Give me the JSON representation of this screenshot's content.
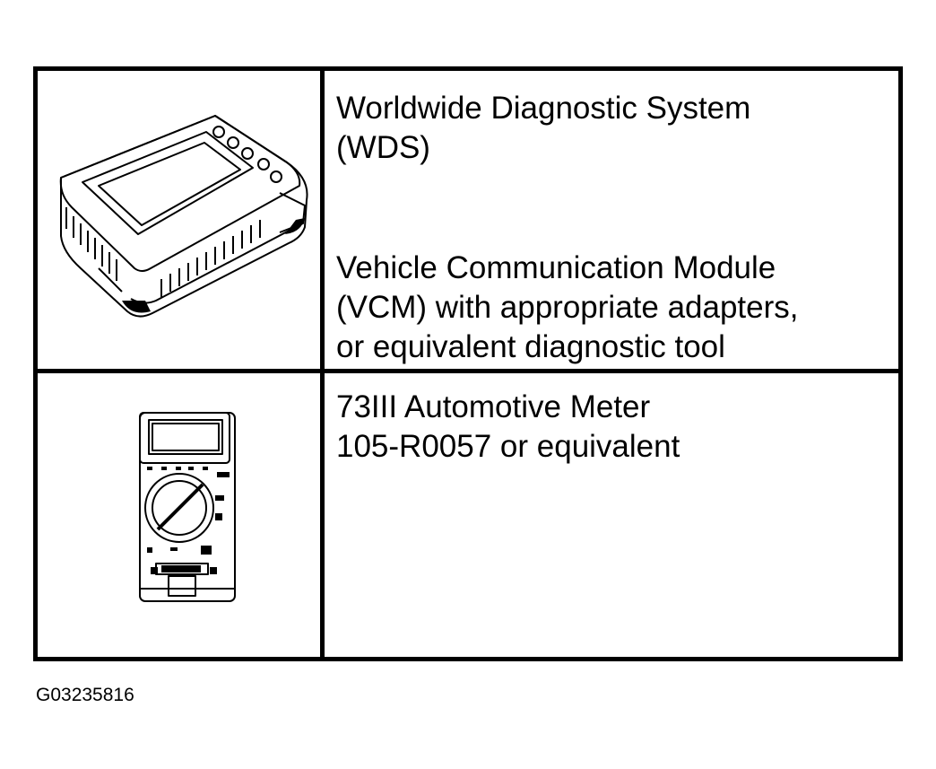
{
  "tools": [
    {
      "icon": "diagnostic-tablet-icon",
      "lines": [
        "Worldwide Diagnostic System",
        "(WDS)",
        "Vehicle Communication Module",
        "(VCM) with appropriate adapters,",
        "or equivalent diagnostic tool"
      ]
    },
    {
      "icon": "multimeter-icon",
      "lines": [
        "73III Automotive Meter",
        "105-R0057 or equivalent"
      ]
    }
  ],
  "figure_id": "G03235816"
}
